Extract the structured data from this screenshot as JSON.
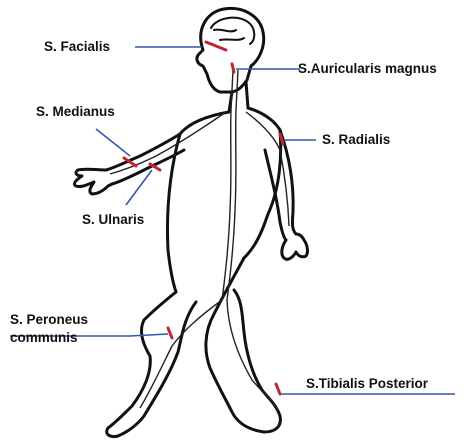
{
  "labels": {
    "facialis": "S. Facialis",
    "auricularis": "S.Auricularis magnus",
    "medianus": "S. Medianus",
    "radialis": "S. Radialis",
    "ulnaris": "S. Ulnaris",
    "peroneus_line1": "S. Peroneus",
    "peroneus_line2": "communis",
    "tibialis": "S.Tibialis Posterior"
  },
  "colors": {
    "leader": "#3355aa",
    "nerve": "#c0262c",
    "outline": "#111111"
  }
}
